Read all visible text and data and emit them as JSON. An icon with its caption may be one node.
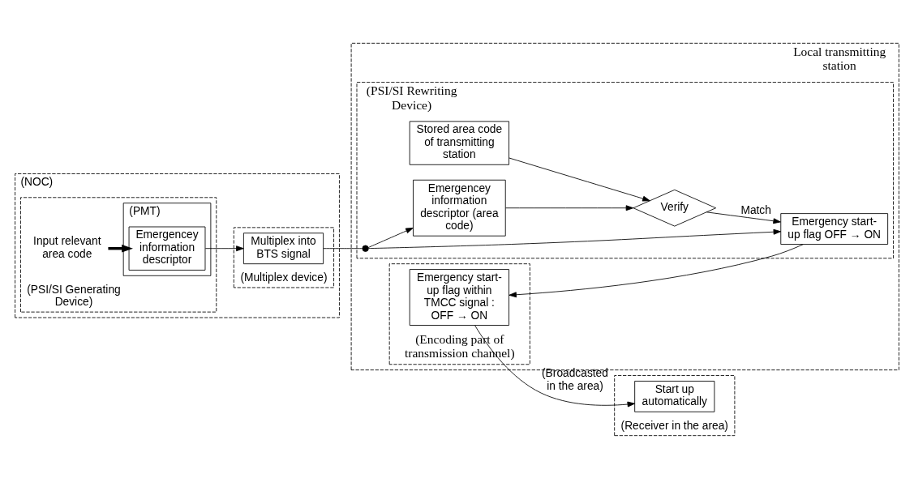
{
  "diagram": {
    "nodes": [
      {
        "text": [
          "(NOC)"
        ]
      },
      {
        "text": [
          "(PSI/SI Generating Device)"
        ],
        "in": 0
      },
      {
        "text": [
          "(PMT)"
        ],
        "in": 1
      },
      {
        "text": [
          "Emergencey information descriptor"
        ],
        "in": 2
      },
      {
        "text": [
          "Input relevant area code"
        ],
        "in": 1
      },
      {
        "text": [
          "(Multiplex device)"
        ],
        "in": 0
      },
      {
        "text": [
          "Multiplex into BTS signal"
        ],
        "in": 5
      },
      {
        "text": [
          "Local transmitting station"
        ]
      },
      {
        "text": [
          "(PSI/SI Rewriting Device)"
        ],
        "in": 7
      },
      {
        "text": [
          "Emergency start-up flag OFF → ON"
        ],
        "in": 8
      },
      {
        "text": [
          "Emergencey information descriptor (area code)"
        ],
        "in": 8
      },
      {
        "text": [
          "Verify"
        ],
        "in": 8
      },
      {
        "text": [
          "Stored area code of transmitting station"
        ],
        "in": 8
      },
      {
        "text": [],
        "shape": "circle",
        "in": 8
      },
      {
        "text": [
          "(Encoding part of transmission channel)"
        ],
        "in": 7
      },
      {
        "text": [
          "Emergency start-up flag within TMCC signal : OFF → ON"
        ],
        "in": 14
      },
      {
        "text": [
          "(Receiver in the area)"
        ]
      },
      {
        "text": [
          "Start up automatically"
        ],
        "in": 16
      }
    ],
    "edges": [
      {
        "from": 4,
        "to": 3,
        "arrow": "to",
        "style": "thick"
      },
      {
        "from": 3,
        "to": 6,
        "arrow": "to"
      },
      {
        "from": 6,
        "to": 13,
        "arrow": "none"
      },
      {
        "from": 13,
        "to": 10,
        "arrow": "to"
      },
      {
        "from": 13,
        "to": 9,
        "arrow": "to"
      },
      {
        "from": 10,
        "to": 11,
        "arrow": "to"
      },
      {
        "from": 12,
        "to": 11,
        "arrow": "to"
      },
      {
        "from": 11,
        "to": 9,
        "arrow": "to",
        "label": "Match"
      },
      {
        "from": 9,
        "to": 15,
        "arrow": "to"
      },
      {
        "from": 15,
        "to": 17,
        "arrow": "to",
        "label": "(Broadcasted in the area)"
      }
    ]
  }
}
